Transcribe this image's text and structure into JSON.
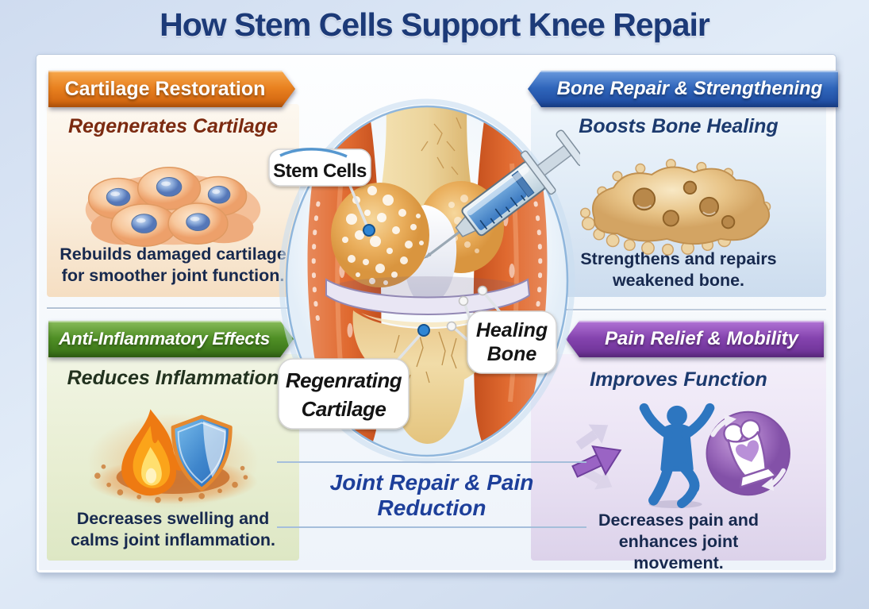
{
  "title": "How Stem Cells Support Knee Repair",
  "cards": [
    {
      "id": "cartilage-restoration",
      "banner": "Cartilage Restoration",
      "subtitle": "Regenerates Cartilage",
      "body": "Rebuilds damaged cartilage for smoother joint function.",
      "banner_color": "#e2761b",
      "subtitle_color": "#7b2a10",
      "icon": "cartilage-cells-illustration"
    },
    {
      "id": "bone-repair-strengthening",
      "banner": "Bone Repair & Strengthening",
      "subtitle": "Boosts Bone Healing",
      "body": "Strengthens and repairs weakened bone.",
      "banner_color": "#2f65ba",
      "subtitle_color": "#1c3a6e",
      "icon": "porous-bone-illustration"
    },
    {
      "id": "anti-inflammatory-effects",
      "banner": "Anti-Inflammatory Effects",
      "subtitle": "Reduces Inflammation",
      "body": "Decreases swelling and calms joint inflammation.",
      "banner_color": "#4f8f25",
      "subtitle_color": "#22321f",
      "icon": "flame-and-shield-illustration"
    },
    {
      "id": "pain-relief-mobility",
      "banner": "Pain Relief & Mobility",
      "subtitle": "Improves Function",
      "body": "Decreases pain and enhances joint movement.",
      "banner_color": "#8443ae",
      "subtitle_color": "#1c3a6e",
      "icon": "active-person-and-joint-illustration"
    }
  ],
  "center": {
    "icon": "knee-anatomy-with-syringe-illustration",
    "labels": {
      "stem_cells": "Stem Cells",
      "healing_bone": [
        "Healing",
        "Bone"
      ],
      "regenerating_cartilage": [
        "Regenrating",
        "Cartilage"
      ]
    },
    "caption": "Joint Repair & Pain Reduction"
  },
  "colors": {
    "title_text": "#1c3a78",
    "body_text": "#17294e",
    "caption_text": "#1d3f9a",
    "background": "#d6e3f4"
  }
}
